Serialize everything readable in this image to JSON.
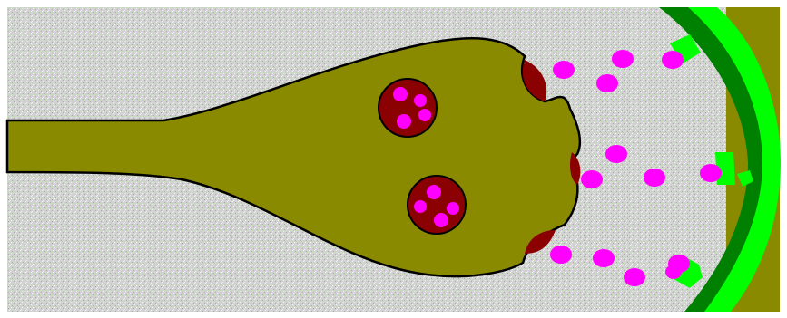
{
  "diagram": {
    "colors": {
      "border": "#ffffff",
      "cleft_fill": "#d2d2d2",
      "cleft_speckle_green": "#7ec86e",
      "cleft_speckle_white": "#f2f2f2",
      "neuron": "#8a8a00",
      "neuron_outline": "#000000",
      "vesicle": "#8b0000",
      "neurotransmitter": "#ff00ff",
      "membrane_outer": "#00ff00",
      "membrane_inner": "#008000",
      "receptor": "#00ff00",
      "target_cell": "#8a8a00"
    },
    "counts": {
      "vesicles_in_terminal": 2,
      "fusing_vesicles": 3,
      "free_neurotransmitter_molecules": 13,
      "receptors": 4
    }
  }
}
